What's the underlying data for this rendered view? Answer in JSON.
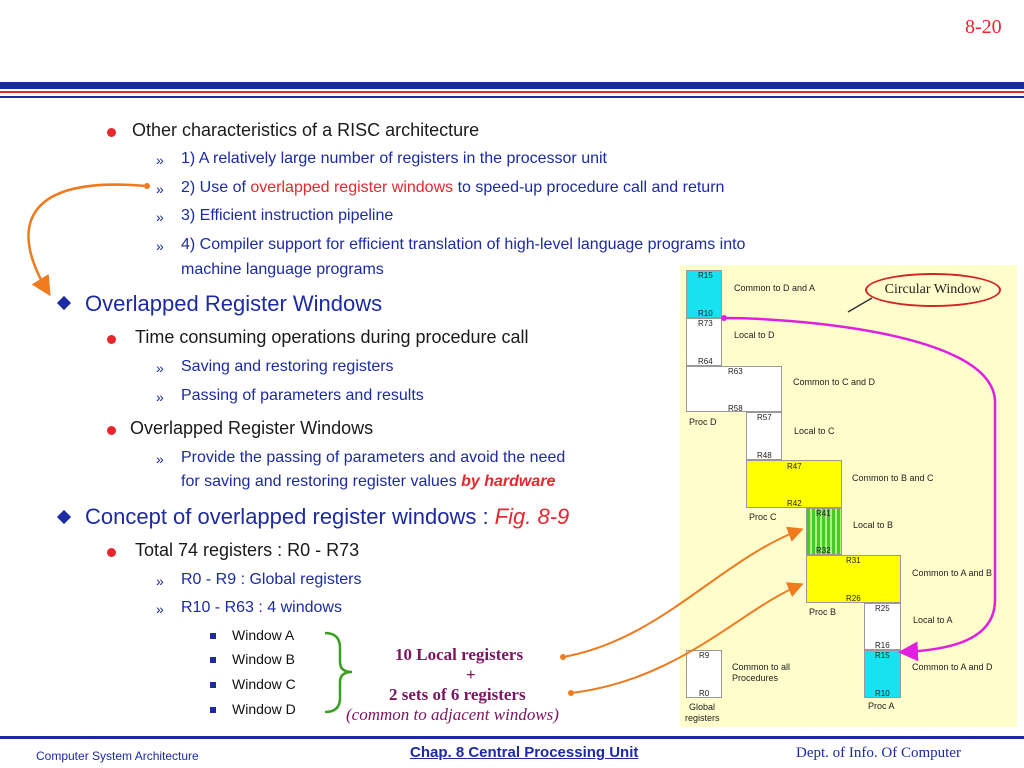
{
  "page_number": "8-20",
  "colors": {
    "red": "#e8262d",
    "blue": "#1c2aa3",
    "figure_bg": "#fffdcc",
    "cyan": "#18e2f0",
    "yellow": "#ffff00",
    "green": "#44cc22",
    "orange": "#f07a1e",
    "magenta": "#e020e0",
    "rule": "#1c2aa3"
  },
  "bullets": {
    "risc": {
      "title": "Other characteristics of a RISC architecture",
      "items": [
        "1) A relatively large number of registers in the processor unit",
        {
          "prefix": "2) Use of ",
          "highlight": "overlapped register windows",
          "suffix": " to speed-up procedure call and return"
        },
        "3) Efficient instruction pipeline",
        "4) Compiler support for efficient translation of high-level language programs into",
        "machine language programs"
      ]
    },
    "overlapped_heading": "Overlapped Register Windows",
    "time_consuming": {
      "title": "Time consuming operations during procedure call",
      "items": [
        "Saving and restoring registers",
        "Passing of parameters and results"
      ]
    },
    "overlapped_sub": {
      "title": "Overlapped Register Windows",
      "line1": "Provide the passing of parameters and avoid the need",
      "line2": "for saving and restoring register values ",
      "line2_emph": "by hardware"
    },
    "concept_heading": {
      "text": "Concept of overlapped register windows : ",
      "ref": "Fig. 8-9"
    },
    "total": {
      "title": "Total 74 registers : R0 - R73",
      "items": [
        "R0 - R9 : Global registers",
        "R10 - R63 : 4 windows"
      ],
      "windows": [
        "Window A",
        "Window B",
        "Window C",
        "Window D"
      ]
    }
  },
  "annotation": {
    "line1": "10 Local registers",
    "line2": "+",
    "line3": "2 sets of 6 registers",
    "line4": "(common to adjacent windows)"
  },
  "figure": {
    "circular_label": "Circular Window",
    "registers": {
      "r15_top": "R15",
      "r10_top": "R10",
      "r73": "R73",
      "r64": "R64",
      "r63": "R63",
      "r58": "R58",
      "r57": "R57",
      "r48": "R48",
      "r47": "R47",
      "r42": "R42",
      "r41": "R41",
      "r32": "R32",
      "r31": "R31",
      "r26": "R26",
      "r25": "R25",
      "r16": "R16",
      "r15_bot": "R15",
      "r10_bot": "R10",
      "r9": "R9",
      "r0": "R0"
    },
    "labels": {
      "common_da": "Common to D and A",
      "local_d": "Local to D",
      "common_cd": "Common to C and D",
      "proc_d": "Proc D",
      "local_c": "Local to C",
      "common_bc": "Common to B and C",
      "proc_c": "Proc C",
      "local_b": "Local to B",
      "common_ab": "Common to A and B",
      "proc_b": "Proc B",
      "local_a": "Local to A",
      "common_all_1": "Common to all",
      "common_all_2": "Procedures",
      "common_ad": "Common to A and D",
      "global_1": "Global",
      "global_2": "registers",
      "proc_a": "Proc A"
    }
  },
  "footer": {
    "left": "Computer System Architecture",
    "center": "Chap. 8  Central Processing Unit",
    "right": "Dept. of Info. Of Computer"
  }
}
